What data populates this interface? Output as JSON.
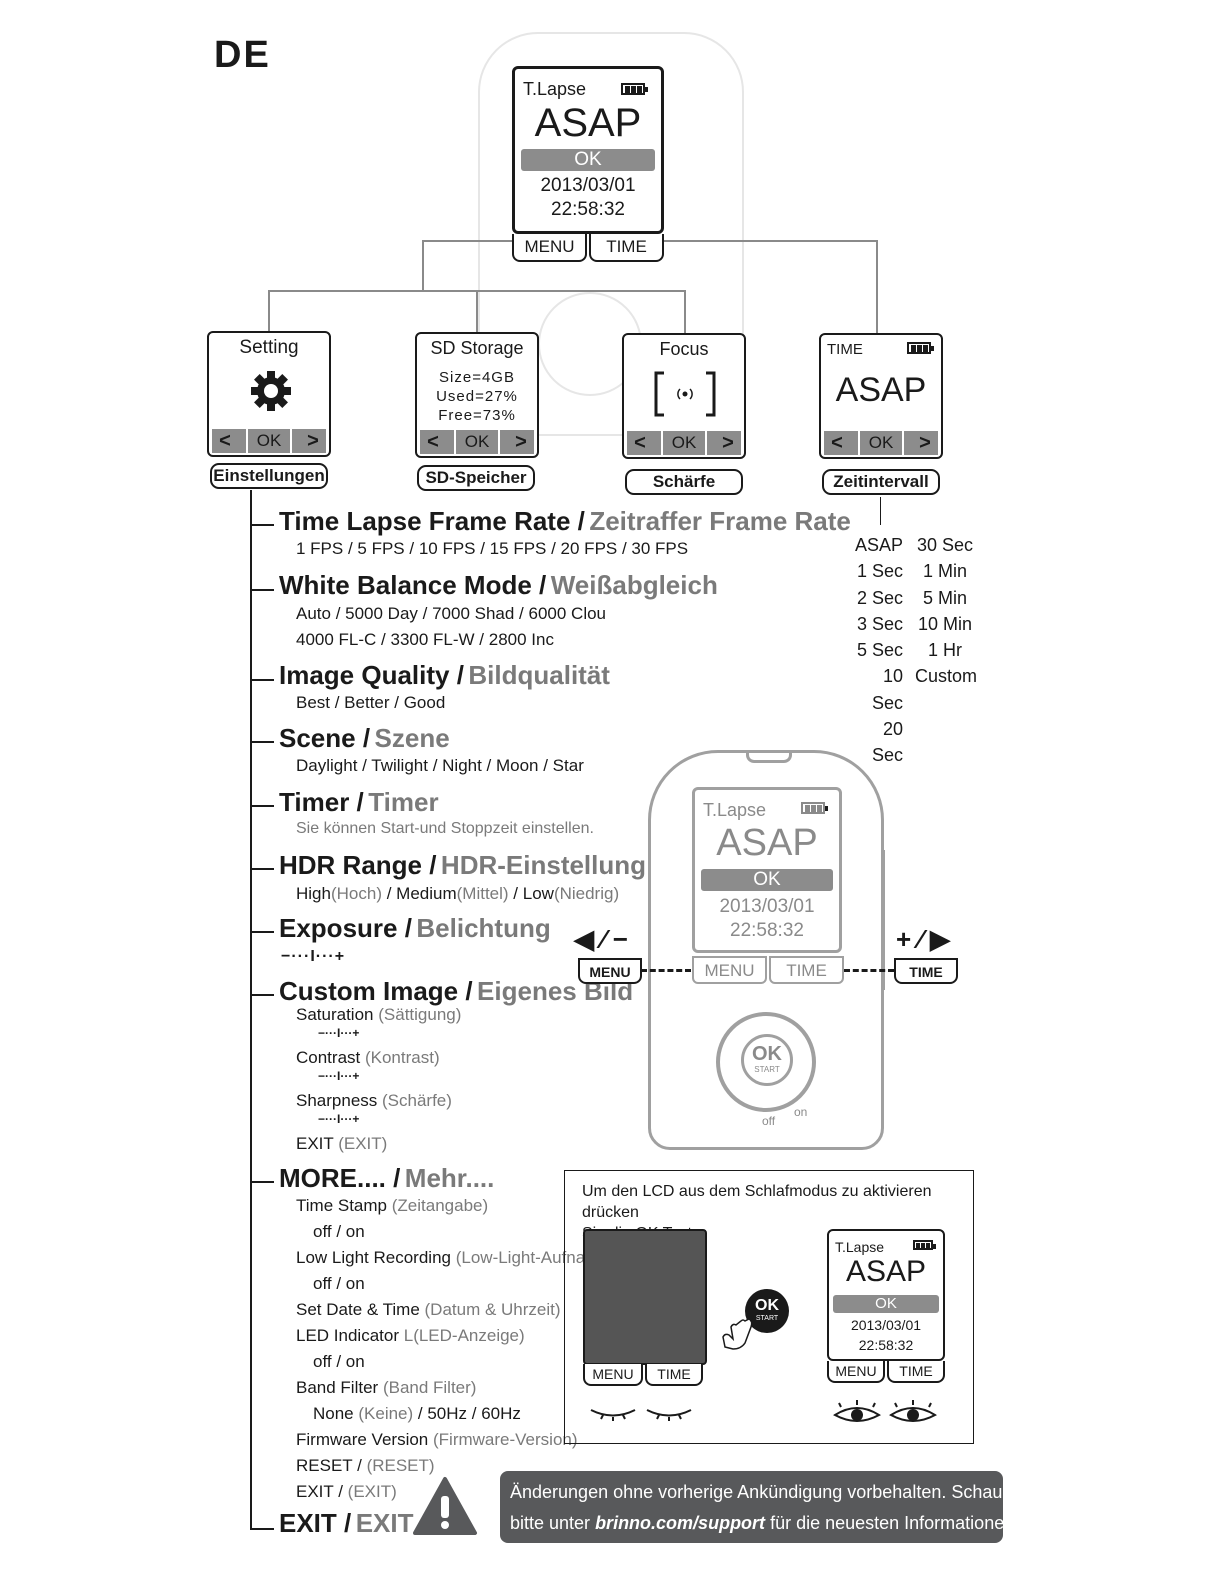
{
  "lang": "DE",
  "main_screen": {
    "mode": "T.Lapse",
    "value": "ASAP",
    "ok": "OK",
    "date": "2013/03/01",
    "time": "22:58:32",
    "menu": "MENU",
    "time_btn": "TIME"
  },
  "screens": {
    "setting": {
      "title": "Setting",
      "ok": "OK",
      "label": "Einstellungen"
    },
    "sd": {
      "title": "SD Storage",
      "size": "Size=4GB",
      "used": "Used=27%",
      "free": "Free=73%",
      "ok": "OK",
      "label": "SD-Speicher"
    },
    "focus": {
      "title": "Focus",
      "ok": "OK",
      "label": "Schärfe"
    },
    "time": {
      "title": "TIME",
      "value": "ASAP",
      "ok": "OK",
      "label": "Zeitintervall"
    }
  },
  "intervals": {
    "col1": [
      "ASAP",
      "1 Sec",
      "2 Sec",
      "3 Sec",
      "5 Sec",
      "10 Sec",
      "20 Sec"
    ],
    "col2": [
      "30 Sec",
      "1 Min",
      "5 Min",
      "10 Min",
      "1 Hr",
      "Custom"
    ]
  },
  "menu": {
    "frame_rate": {
      "en": "Time Lapse Frame Rate /",
      "de": "Zeitraffer Frame Rate",
      "options": "1 FPS / 5 FPS / 10 FPS / 15 FPS / 20 FPS / 30 FPS"
    },
    "white_balance": {
      "en": "White Balance Mode /",
      "de": "Weißabgleich",
      "options1": "Auto / 5000 Day /  7000 Shad /  6000 Clou",
      "options2": "4000 FL-C /  3300 FL-W /  2800 Inc"
    },
    "image_quality": {
      "en": "Image Quality /",
      "de": "Bildqualität",
      "options": "Best / Better / Good"
    },
    "scene": {
      "en": "Scene /",
      "de": "Szene",
      "options": "Daylight / Twilight / Night / Moon / Star"
    },
    "timer": {
      "en": "Timer /",
      "de": "Timer",
      "note": "Sie können Start-und Stoppzeit einstellen."
    },
    "hdr": {
      "en": "HDR Range /",
      "de": "HDR-Einstellung",
      "high": "High",
      "high_de": "(Hoch)",
      "sep1": " / ",
      "medium": "Medium",
      "medium_de": "(Mittel)",
      "sep2": " / ",
      "low": "Low",
      "low_de": "(Niedrig)"
    },
    "exposure": {
      "en": "Exposure /",
      "de": "Belichtung",
      "scale": "−···I···+"
    },
    "custom": {
      "en": "Custom Image /",
      "de": "Eigenes Bild",
      "saturation": "Saturation",
      "saturation_de": "(Sättigung)",
      "contrast": "Contrast",
      "contrast_de": " (Kontrast)",
      "sharpness": "Sharpness",
      "sharpness_de": "(Schärfe)",
      "exit": "EXIT",
      "exit_de": "(EXIT)",
      "scale": "−···I···+"
    },
    "more": {
      "en": "MORE.... /",
      "de": "Mehr....",
      "timestamp": "Time Stamp",
      "timestamp_de": "(Zeitangabe)",
      "offon": "off / on",
      "lowlight": "Low Light Recording",
      "lowlight_de": "(Low-Light-Aufnahme)",
      "setdate": "Set Date & Time",
      "setdate_de": "(Datum & Uhrzeit)",
      "led": "LED Indicator",
      "led_de": "L(LED-Anzeige)",
      "band": "Band Filter",
      "band_de": "(Band Filter)",
      "band_none": "None",
      "band_none_de": "(Keine)",
      "band_rest": " / 50Hz / 60Hz",
      "firmware": "Firmware Version",
      "firmware_de": "(Firmware-Version)",
      "reset": "RESET /",
      "reset_de": "(RESET)",
      "exit": "EXIT /",
      "exit_de": "(EXIT)"
    },
    "exit": {
      "en": "EXIT /",
      "de": "EXIT"
    }
  },
  "device": {
    "mode": "T.Lapse",
    "value": "ASAP",
    "ok": "OK",
    "date": "2013/03/01",
    "time": "22:58:32",
    "menu": "MENU",
    "time_btn": "TIME",
    "left_label": "MENU",
    "right_label": "TIME",
    "left_sym": "◀ ⁄ −",
    "right_sym": "+ ⁄ ▶",
    "ok_btn": "OK",
    "start": "START",
    "off": "off",
    "on": "on"
  },
  "wake": {
    "text1": "Um den LCD aus dem Schlafmodus zu aktivieren drücken",
    "text2": "Sie die OK Taste.",
    "menu": "MENU",
    "time_btn": "TIME",
    "ok_btn": "OK",
    "start": "START",
    "mode": "T.Lapse",
    "value": "ASAP",
    "ok": "OK",
    "date": "2013/03/01",
    "time": "22:58:32"
  },
  "notice": {
    "line1": "Änderungen ohne vorherige Ankündigung vorbehalten. Schauen Sie",
    "line2_pre": "bitte unter ",
    "link": "brinno.com/support",
    "line2_post": " für die neuesten Informationen."
  },
  "colors": {
    "accent_gray": "#7a7a7a",
    "lcd_bar": "#8c8c8c",
    "notice_bg": "#58595b"
  }
}
